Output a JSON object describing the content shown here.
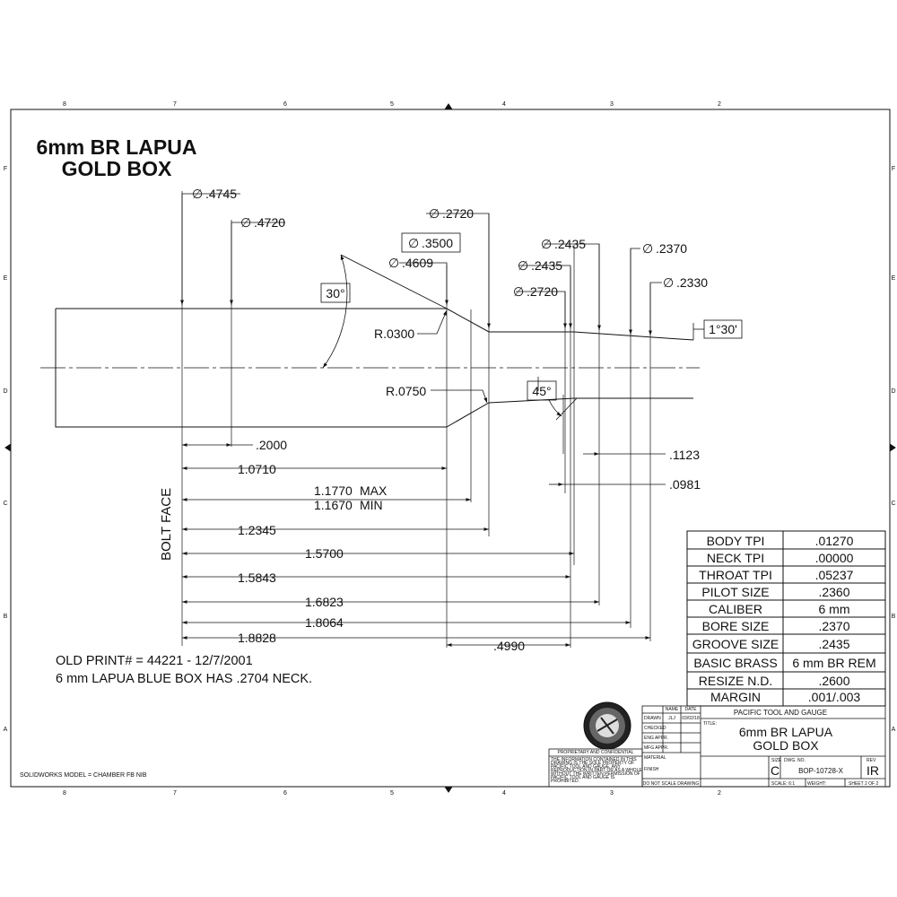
{
  "title": {
    "line1": "6mm BR LAPUA",
    "line2": "GOLD BOX"
  },
  "zones": {
    "columns": [
      "8",
      "7",
      "6",
      "5",
      "4",
      "3",
      "2"
    ],
    "rows": [
      "F",
      "E",
      "D",
      "C",
      "B",
      "A"
    ]
  },
  "diameters": {
    "d4745": ".4745",
    "d4720": ".4720",
    "d2720_top": ".2720",
    "d3500": ".3500",
    "d4609": ".4609",
    "d2435_a": ".2435",
    "d2435_b": ".2435",
    "d2720_low": ".2720",
    "d2370": ".2370",
    "d2330": ".2330"
  },
  "angles": {
    "shoulder": "30°",
    "throat": "45°",
    "leade": "1°30'"
  },
  "radii": {
    "r1": "R.0300",
    "r2": "R.0750"
  },
  "lengths": {
    "l2000": ".2000",
    "l1123": ".1123",
    "l0981": ".0981",
    "l10710": "1.0710",
    "l11770_max": "1.1770",
    "max_label": "MAX",
    "l11670_min": "1.1670",
    "min_label": "MIN",
    "l12345": "1.2345",
    "l15700": "1.5700",
    "l15843": "1.5843",
    "l16823": "1.6823",
    "l18064": "1.8064",
    "l18828": "1.8828",
    "l4990": ".4990"
  },
  "bolt_face": "BOLT FACE",
  "notes": {
    "old_print": "OLD PRINT# = 44221 - 12/7/2001",
    "lapua_note": "6 mm LAPUA BLUE BOX HAS .2704 NECK."
  },
  "spec_table": [
    {
      "label": "BODY TPI",
      "value": ".01270"
    },
    {
      "label": "NECK TPI",
      "value": ".00000"
    },
    {
      "label": "THROAT TPI",
      "value": ".05237"
    },
    {
      "label": "PILOT SIZE",
      "value": ".2360"
    },
    {
      "label": "CALIBER",
      "value": "6 mm"
    },
    {
      "label": "BORE SIZE",
      "value": ".2370"
    },
    {
      "label": "GROOVE SIZE",
      "value": ".2435"
    },
    {
      "label": "BASIC BRASS",
      "value": "6 mm BR REM"
    },
    {
      "label": "RESIZE N.D.",
      "value": ".2600"
    },
    {
      "label": "MARGIN",
      "value": ".001/.003"
    }
  ],
  "title_block": {
    "company": "PACIFIC TOOL AND GAUGE",
    "title_label": "TITLE:",
    "title_line1": "6mm BR LAPUA",
    "title_line2": "GOLD BOX",
    "name_header": "NAME",
    "date_header": "DATE",
    "rows": [
      {
        "label": "DRAWN",
        "name": "JLJ",
        "date": "03/02/18"
      },
      {
        "label": "CHECKED",
        "name": "",
        "date": ""
      },
      {
        "label": "ENG APPR.",
        "name": "",
        "date": ""
      },
      {
        "label": "MFG APPR.",
        "name": "",
        "date": ""
      }
    ],
    "material_label": "MATERIAL",
    "finish_label": "FINISH",
    "do_not_scale": "DO NOT SCALE DRAWING",
    "size_label": "SIZE",
    "size_value": "C",
    "dwg_label": "DWG.  NO.",
    "dwg_value": "BOP-10728-X",
    "rev_label": "REV",
    "rev_value": "IR",
    "scale": "SCALE: 6:1",
    "weight": "WEIGHT:",
    "sheet": "SHEET 2 OF 2",
    "proprietary_title": "PROPRIETARY AND CONFIDENTIAL",
    "proprietary_lines": [
      "THE INFORMATION CONTAINED IN THIS",
      "DRAWING IS THE SOLE PROPERTY OF",
      "PACIFIC TOOL AND GAUGE. ANY",
      "REPRODUCTION IN PART OR AS A WHOLE",
      "WITHOUT THE WRITTEN PERMISSION OF",
      "PACIFIC TOOL AND GAUGE IS",
      "PROHIBITED."
    ]
  },
  "footer": "SOLIDWORKS MODEL = CHAMBER FB NIB"
}
